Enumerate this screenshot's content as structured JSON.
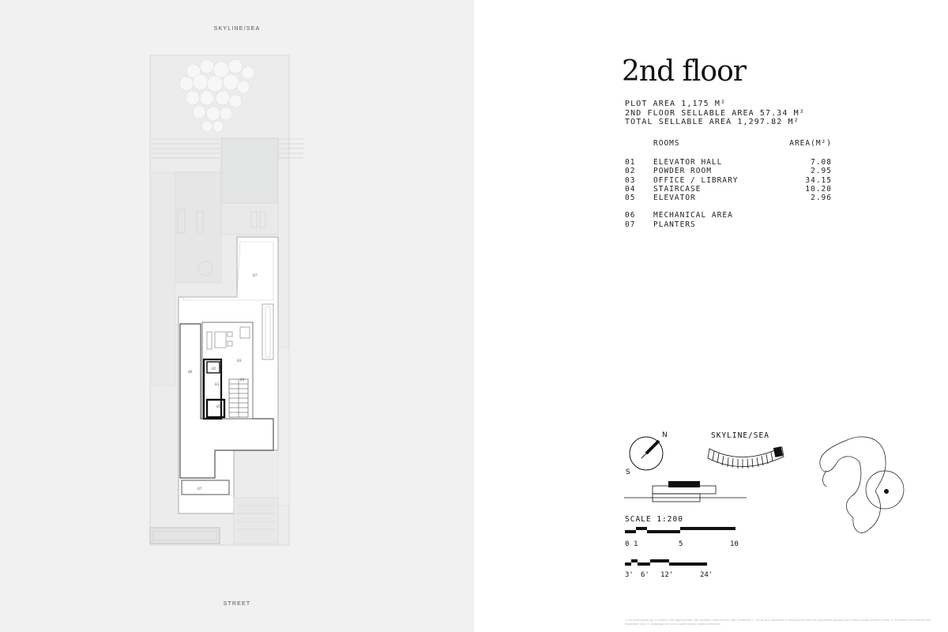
{
  "plan": {
    "top_label": "SKYLINE/SEA",
    "bottom_label": "STREET",
    "room_tags": [
      "07",
      "01",
      "02",
      "03",
      "04",
      "05",
      "06",
      "07"
    ]
  },
  "info": {
    "title": "2nd floor",
    "stats": [
      "PLOT AREA 1,175 M²",
      "2ND FLOOR SELLABLE AREA 57.34 M²",
      "TOTAL SELLABLE AREA 1,297.82 M²"
    ],
    "rooms_header": {
      "name": "ROOMS",
      "area": "AREA(M²)"
    },
    "rooms": [
      {
        "num": "01",
        "name": "ELEVATOR HALL",
        "area": "7.08"
      },
      {
        "num": "02",
        "name": "POWDER ROOM",
        "area": "2.95"
      },
      {
        "num": "03",
        "name": "OFFICE / LIBRARY",
        "area": "34.15"
      },
      {
        "num": "04",
        "name": "STAIRCASE",
        "area": "10.20"
      },
      {
        "num": "05",
        "name": "ELEVATOR",
        "area": "2.96"
      }
    ],
    "extra_rooms": [
      {
        "num": "06",
        "name": "MECHANICAL AREA"
      },
      {
        "num": "07",
        "name": "PLANTERS"
      }
    ]
  },
  "diagram": {
    "compass_n": "N",
    "compass_s": "S",
    "skyline_label": "SKYLINE/SEA",
    "scale_label": "SCALE 1:200",
    "metric_ticks": [
      "0",
      "1",
      "5",
      "10"
    ],
    "imperial_ticks": [
      "3'",
      "6'",
      "12'",
      "24'"
    ]
  },
  "footnote": "1. All dimensions are in metres and approximate; the architect reserves the right to amend. 2. Areas are calculated in accordance with the applicable standard and may change at final survey. 3. Furniture and finishes are illustrative only. 4. Drawings are not to scale unless stated otherwise."
}
